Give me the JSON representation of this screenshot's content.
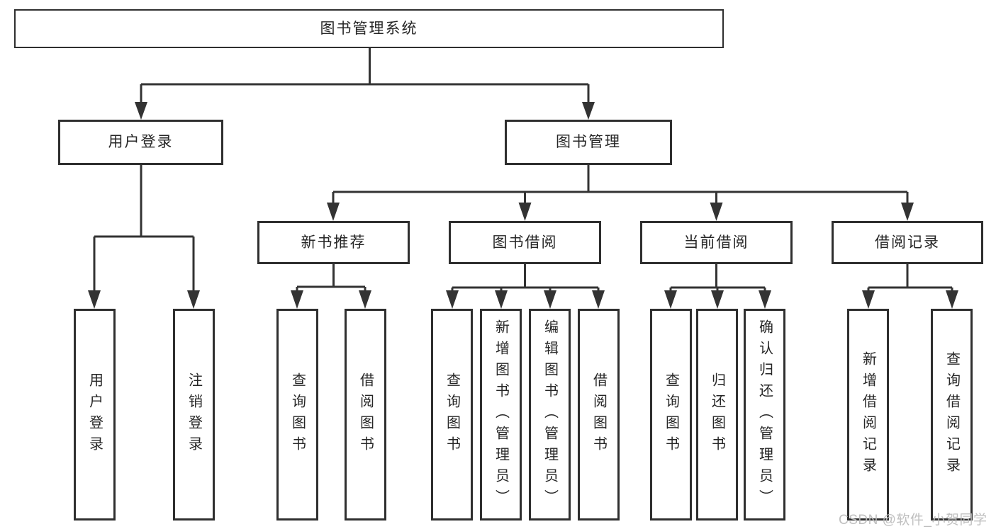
{
  "tree": {
    "label": "图书管理系统",
    "children": [
      {
        "label": "用户登录",
        "children": [
          {
            "label": "用户登录"
          },
          {
            "label": "注销登录"
          }
        ]
      },
      {
        "label": "图书管理",
        "children": [
          {
            "label": "新书推荐",
            "children": [
              {
                "label": "查询图书"
              },
              {
                "label": "借阅图书"
              }
            ]
          },
          {
            "label": "图书借阅",
            "children": [
              {
                "label": "查询图书"
              },
              {
                "label": "新增图书（管理员）"
              },
              {
                "label": "编辑图书（管理员）"
              },
              {
                "label": "借阅图书"
              }
            ]
          },
          {
            "label": "当前借阅",
            "children": [
              {
                "label": "查询图书"
              },
              {
                "label": "归还图书"
              },
              {
                "label": "确认归还（管理员）"
              }
            ]
          },
          {
            "label": "借阅记录",
            "children": [
              {
                "label": "新增借阅记录"
              },
              {
                "label": "查询借阅记录"
              }
            ]
          }
        ]
      }
    ]
  },
  "watermark": {
    "text": "CSDN @软件_小贺同学"
  },
  "colors": {
    "line": "#333333",
    "box_border": "#2f2f2f",
    "text": "#262626",
    "watermark_text": "#bcbcbc",
    "background": "#ffffff"
  }
}
